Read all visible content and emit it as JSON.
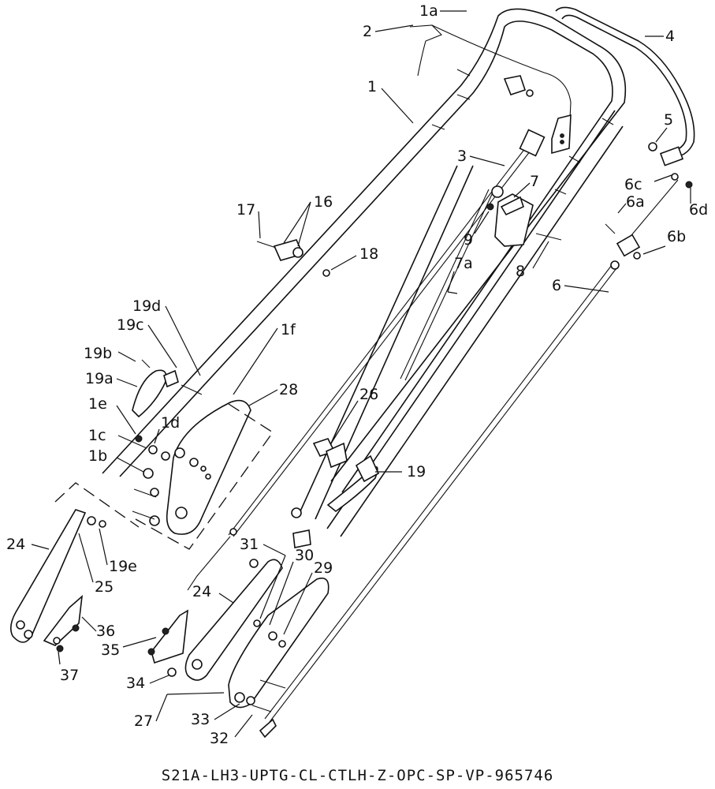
{
  "drawing_code": "S21A-LH3-UPTG-CL-CTLH-Z-OPC-SP-VP-965746",
  "callouts": [
    {
      "id": "1a"
    },
    {
      "id": "2"
    },
    {
      "id": "4"
    },
    {
      "id": "1"
    },
    {
      "id": "5"
    },
    {
      "id": "3"
    },
    {
      "id": "7"
    },
    {
      "id": "6c"
    },
    {
      "id": "6d"
    },
    {
      "id": "6a"
    },
    {
      "id": "17"
    },
    {
      "id": "16"
    },
    {
      "id": "9"
    },
    {
      "id": "6b"
    },
    {
      "id": "18"
    },
    {
      "id": "8"
    },
    {
      "id": "7a"
    },
    {
      "id": "6"
    },
    {
      "id": "19d"
    },
    {
      "id": "19c"
    },
    {
      "id": "1f"
    },
    {
      "id": "19b"
    },
    {
      "id": "19a"
    },
    {
      "id": "28"
    },
    {
      "id": "1e"
    },
    {
      "id": "1d"
    },
    {
      "id": "26"
    },
    {
      "id": "1c"
    },
    {
      "id": "1b"
    },
    {
      "id": "19"
    },
    {
      "id": "24"
    },
    {
      "id": "19e"
    },
    {
      "id": "31"
    },
    {
      "id": "30"
    },
    {
      "id": "25"
    },
    {
      "id": "29"
    },
    {
      "id": "24"
    },
    {
      "id": "36"
    },
    {
      "id": "35"
    },
    {
      "id": "37"
    },
    {
      "id": "34"
    },
    {
      "id": "27"
    },
    {
      "id": "33"
    },
    {
      "id": "32"
    }
  ]
}
